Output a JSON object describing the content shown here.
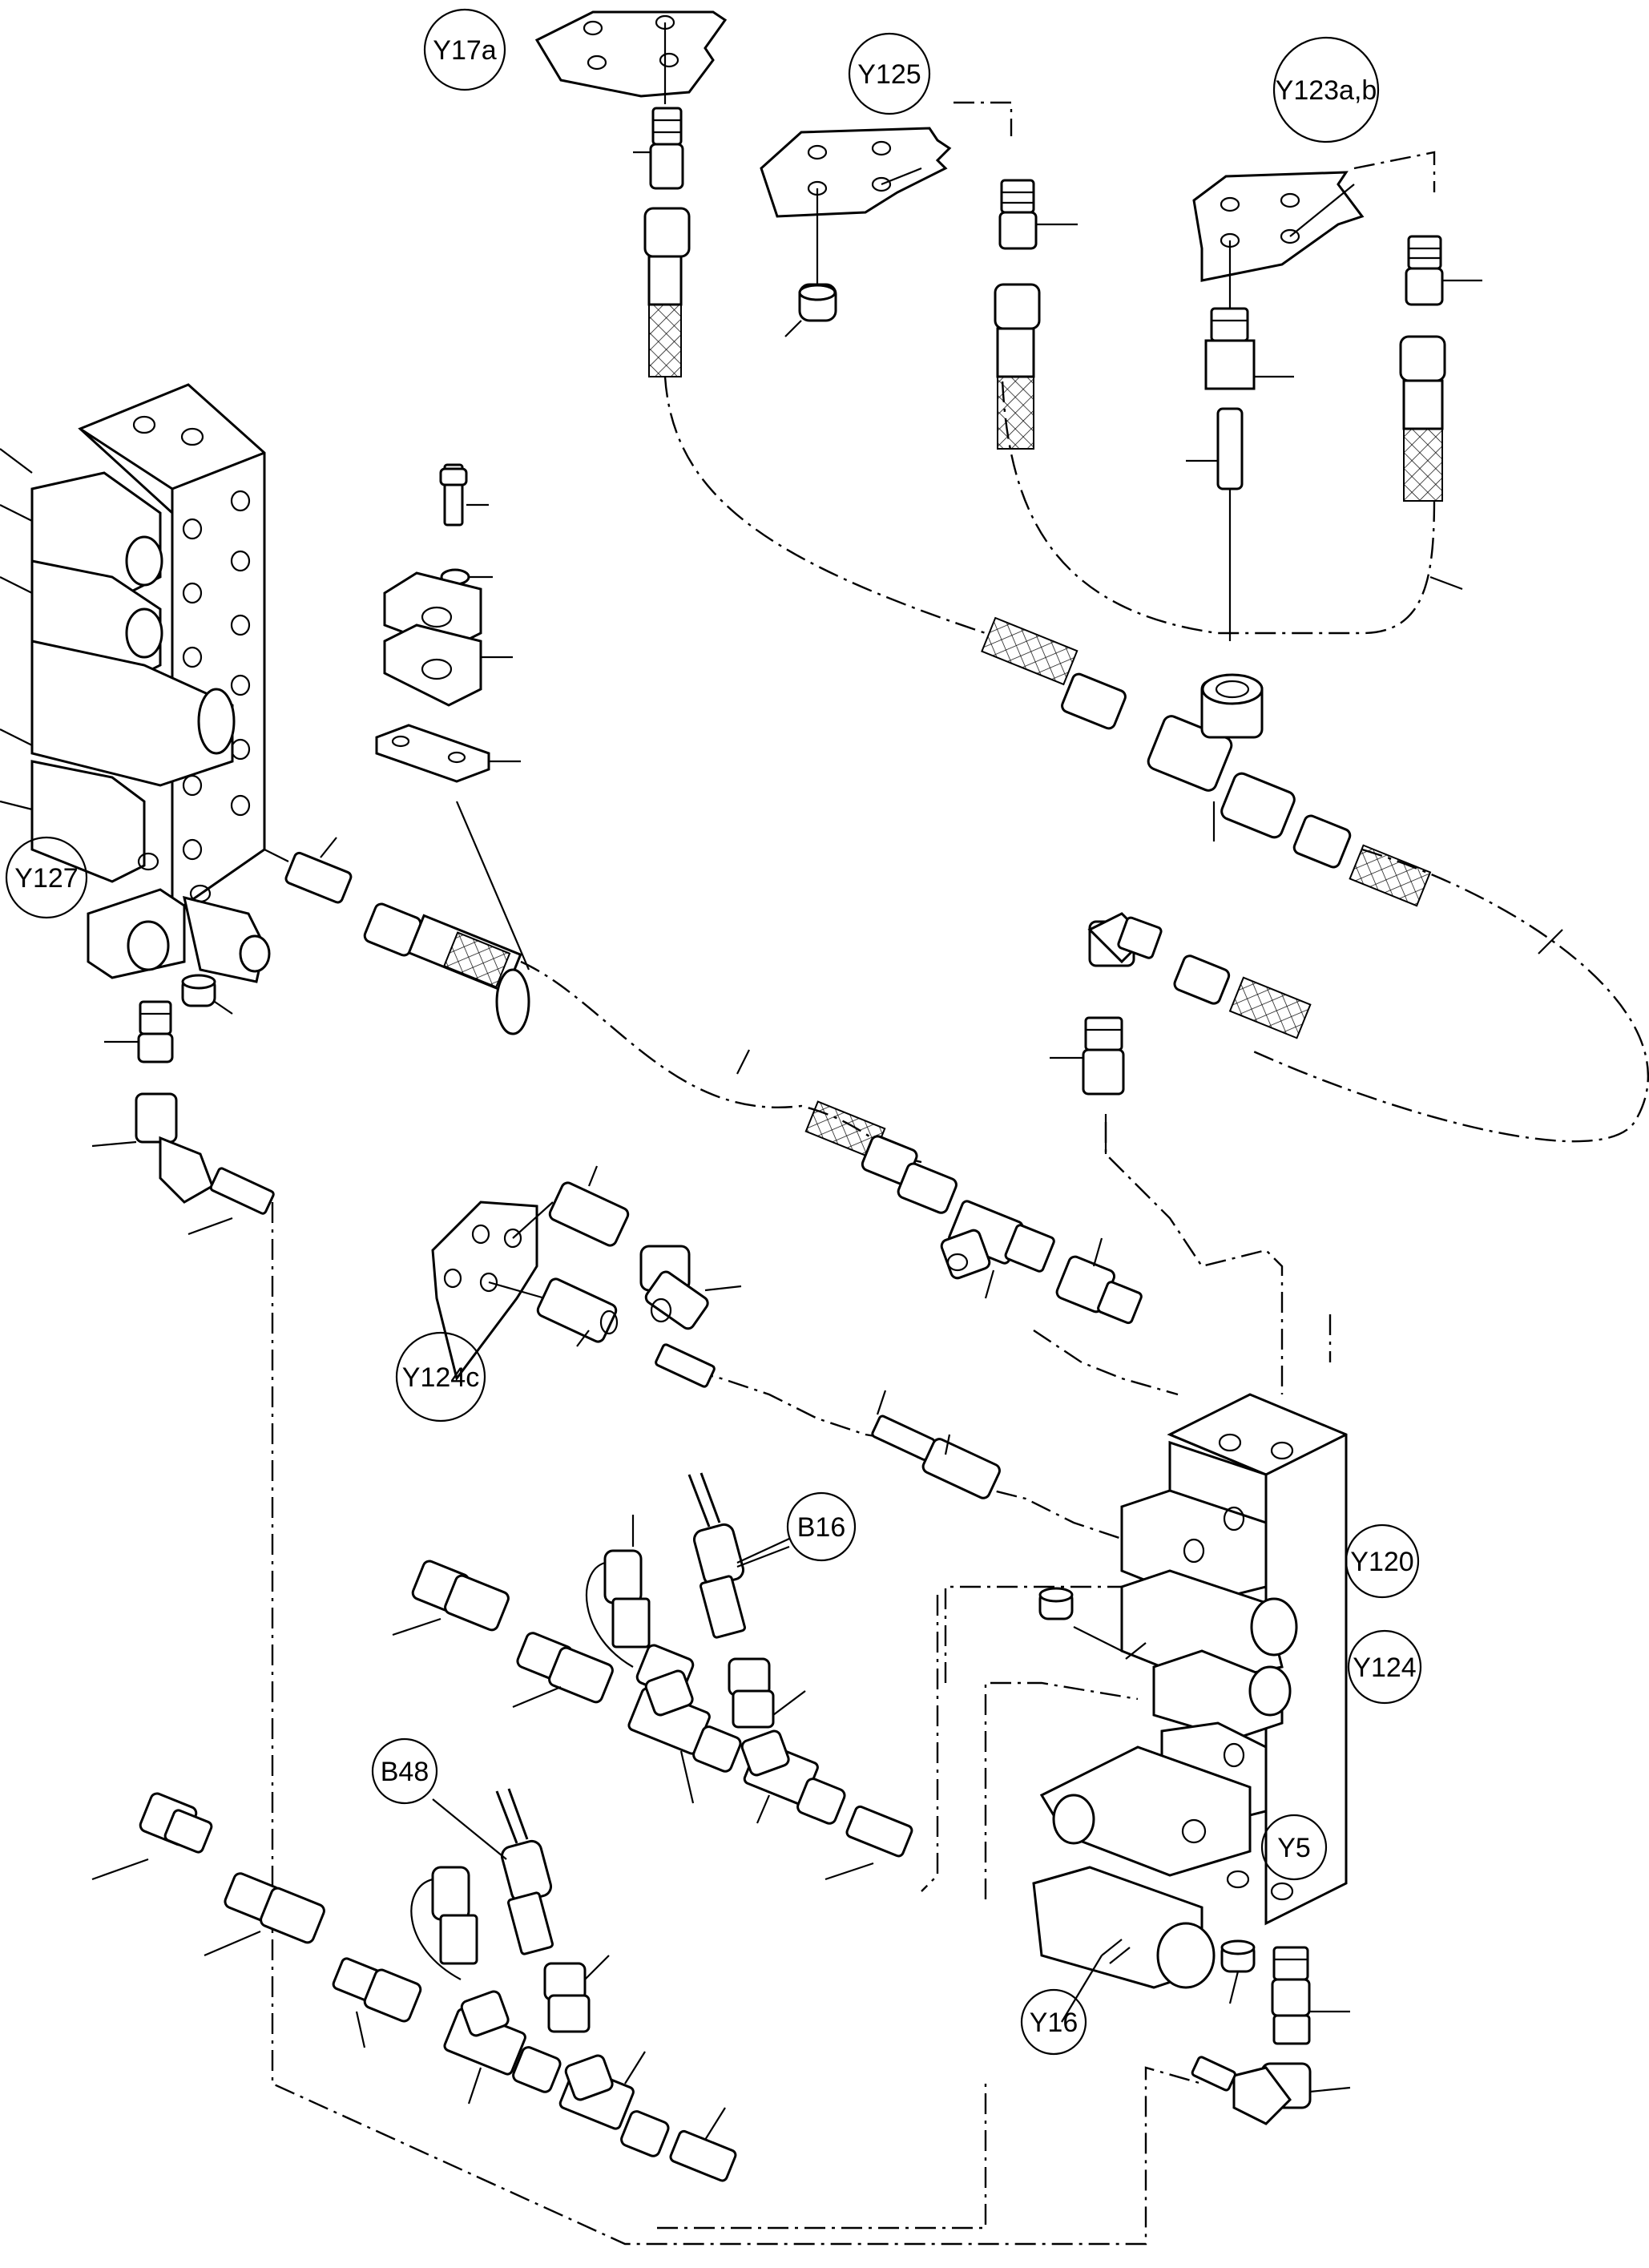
{
  "labels": {
    "y17a": "Y17a",
    "y125": "Y125",
    "y123ab": "Y123a,b",
    "y127": "Y127",
    "y124c": "Y124c",
    "b16": "B16",
    "y120": "Y120",
    "y124": "Y124",
    "b48": "B48",
    "y5": "Y5",
    "y16": "Y16"
  }
}
